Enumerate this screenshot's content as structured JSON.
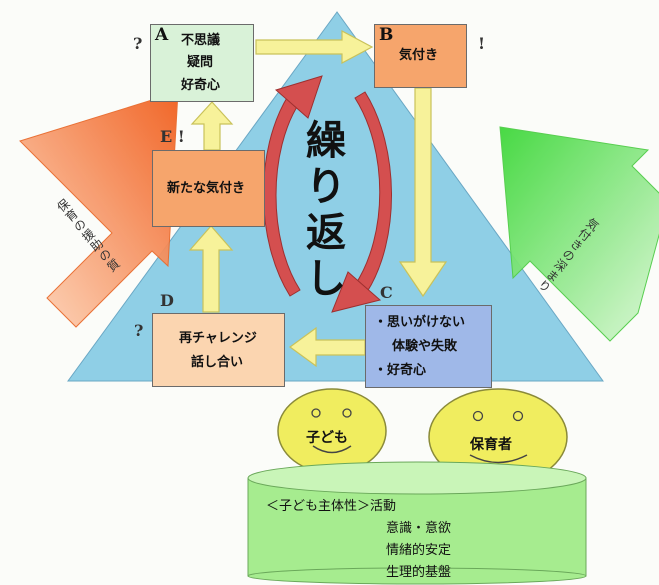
{
  "boxes": {
    "a": {
      "letter": "A",
      "lines": [
        "不思議",
        "疑問",
        "好奇心"
      ]
    },
    "b": {
      "letter": "B",
      "lines": [
        "気付き"
      ]
    },
    "c": {
      "letter": "C",
      "lines": [
        "・思いがけない",
        "体験や失敗",
        "・好奇心"
      ]
    },
    "d": {
      "letter": "D",
      "lines": [
        "再チャレンジ",
        "話し合い"
      ]
    },
    "e": {
      "letter": "E !",
      "lines": [
        "新たな気付き"
      ]
    }
  },
  "marks": {
    "a_question": "?",
    "b_exclaim": "!",
    "d_question": "?"
  },
  "center_text": [
    "繰",
    "り",
    "返",
    "し"
  ],
  "left_arrow_label": "保育の援助の質",
  "right_arrow_label": "気付きの深まり",
  "faces": {
    "child": "子ども",
    "teacher": "保育者"
  },
  "base": {
    "title": "＜子ども主体性＞活動",
    "items": [
      "意識・意欲",
      "情緒的安定",
      "生理的基盤"
    ]
  },
  "colors": {
    "triangle": "#8fcfe6",
    "box_a": "#d9f2d8",
    "box_orange": "#f6a56c",
    "box_d": "#fbd5b0",
    "box_c": "#9fb8e8",
    "yellow_arrow": "#f7f29a",
    "red_cycle": "#d44f4f",
    "left_arrow": "#f4722e",
    "right_arrow": "#68e05f",
    "face": "#f0ed5f",
    "base": "#a6ec8f"
  }
}
